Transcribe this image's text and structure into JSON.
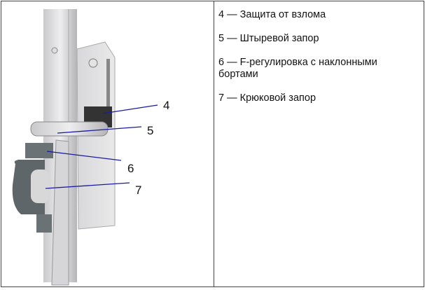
{
  "figure": {
    "callouts": [
      "4",
      "5",
      "6",
      "7"
    ],
    "line_color": "#1a1aa8"
  },
  "legend": [
    {
      "text": "4 — Защита от взлома"
    },
    {
      "text": "5 — Штыревой запор"
    },
    {
      "text": "6 — F-регулировка с наклонными бортами"
    },
    {
      "text": "7 — Крюковой запор"
    }
  ]
}
